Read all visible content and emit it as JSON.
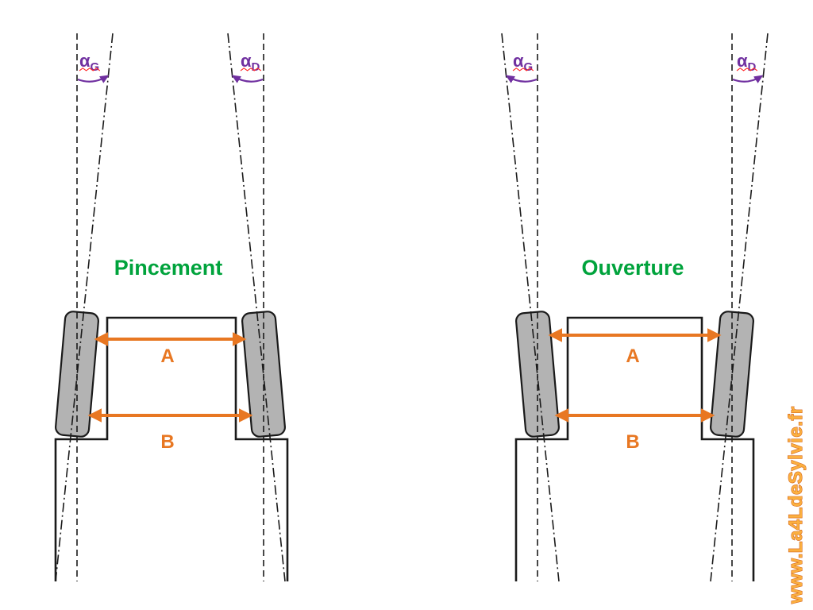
{
  "colors": {
    "background": "#ffffff",
    "title": "#00a33c",
    "dimension": "#e87722",
    "angle": "#7030a0",
    "wheel": "#b3b3b3",
    "outline": "#1a1a1a",
    "squiggle": "#ff2a2a",
    "watermark_fill": "#fbb040",
    "watermark_stroke": "#d2601a"
  },
  "diagrams": [
    {
      "id": "pincement",
      "title": "Pincement",
      "angle_left": {
        "symbol": "α",
        "subscript": "G"
      },
      "angle_right": {
        "symbol": "α",
        "subscript": "D"
      },
      "dim_front_label": "A",
      "dim_rear_label": "B"
    },
    {
      "id": "ouverture",
      "title": "Ouverture",
      "angle_left": {
        "symbol": "α",
        "subscript": "G"
      },
      "angle_right": {
        "symbol": "α",
        "subscript": "D"
      },
      "dim_front_label": "A",
      "dim_rear_label": "B"
    }
  ],
  "watermark": {
    "text": "www.La4LdeSylvie.fr"
  }
}
